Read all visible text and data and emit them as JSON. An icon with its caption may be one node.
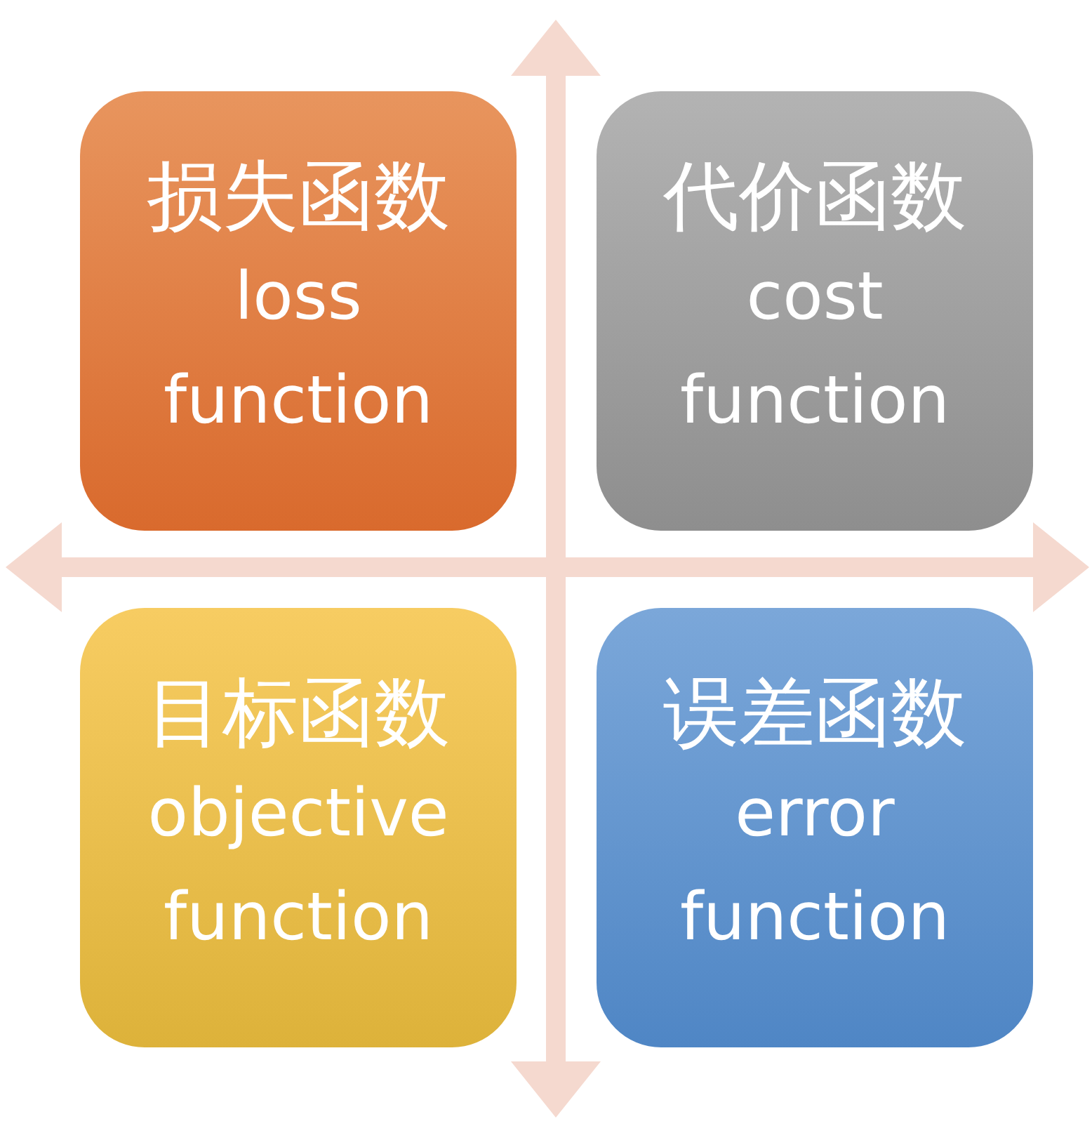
{
  "diagram": {
    "nodes": [
      {
        "text": [
          "损失函数",
          "loss function"
        ]
      },
      {
        "text": [
          "代价函数",
          "cost function"
        ]
      },
      {
        "text": [
          "目标函数",
          "objective function"
        ]
      },
      {
        "text": [
          "误差函数",
          "error function"
        ]
      }
    ]
  }
}
